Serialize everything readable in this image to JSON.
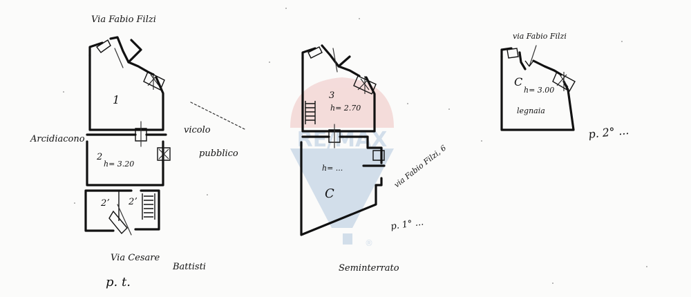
{
  "colors": {
    "ink": "#111111",
    "paper": "#fbfbfa",
    "watermark_red": "#d9534f",
    "watermark_blue": "#1f5fa8"
  },
  "labels": {
    "street_top": "Via Fabio Filzi",
    "room_1": "1",
    "left_side": "Arcidiacono",
    "right_side_1": "vicolo",
    "right_side_2": "pubblico",
    "room_2": "2",
    "h_2": "h= 3.20",
    "room_2a": "2ʼ",
    "room_2b": "2ʼ",
    "street_bottom_1": "Via Cesare",
    "street_bottom_2": "Battisti",
    "ground_floor_caption": "p. t.",
    "room_3": "3",
    "h_3": "h= 2.70",
    "room_c": "C",
    "h_c": "h= ...",
    "basement_caption": "Seminterrato",
    "basement_note": "via Fabio Filzi, 6",
    "basement_note2": "p. 1° ...",
    "woodshed_street": "via Fabio Filzi",
    "woodshed_room": "C",
    "h_woodshed": "h= 3.00",
    "woodshed_label": "legnaia",
    "woodshed_note": "p. 2° ...",
    "watermark_text": "RE/MAX",
    "watermark_reg": "®"
  }
}
